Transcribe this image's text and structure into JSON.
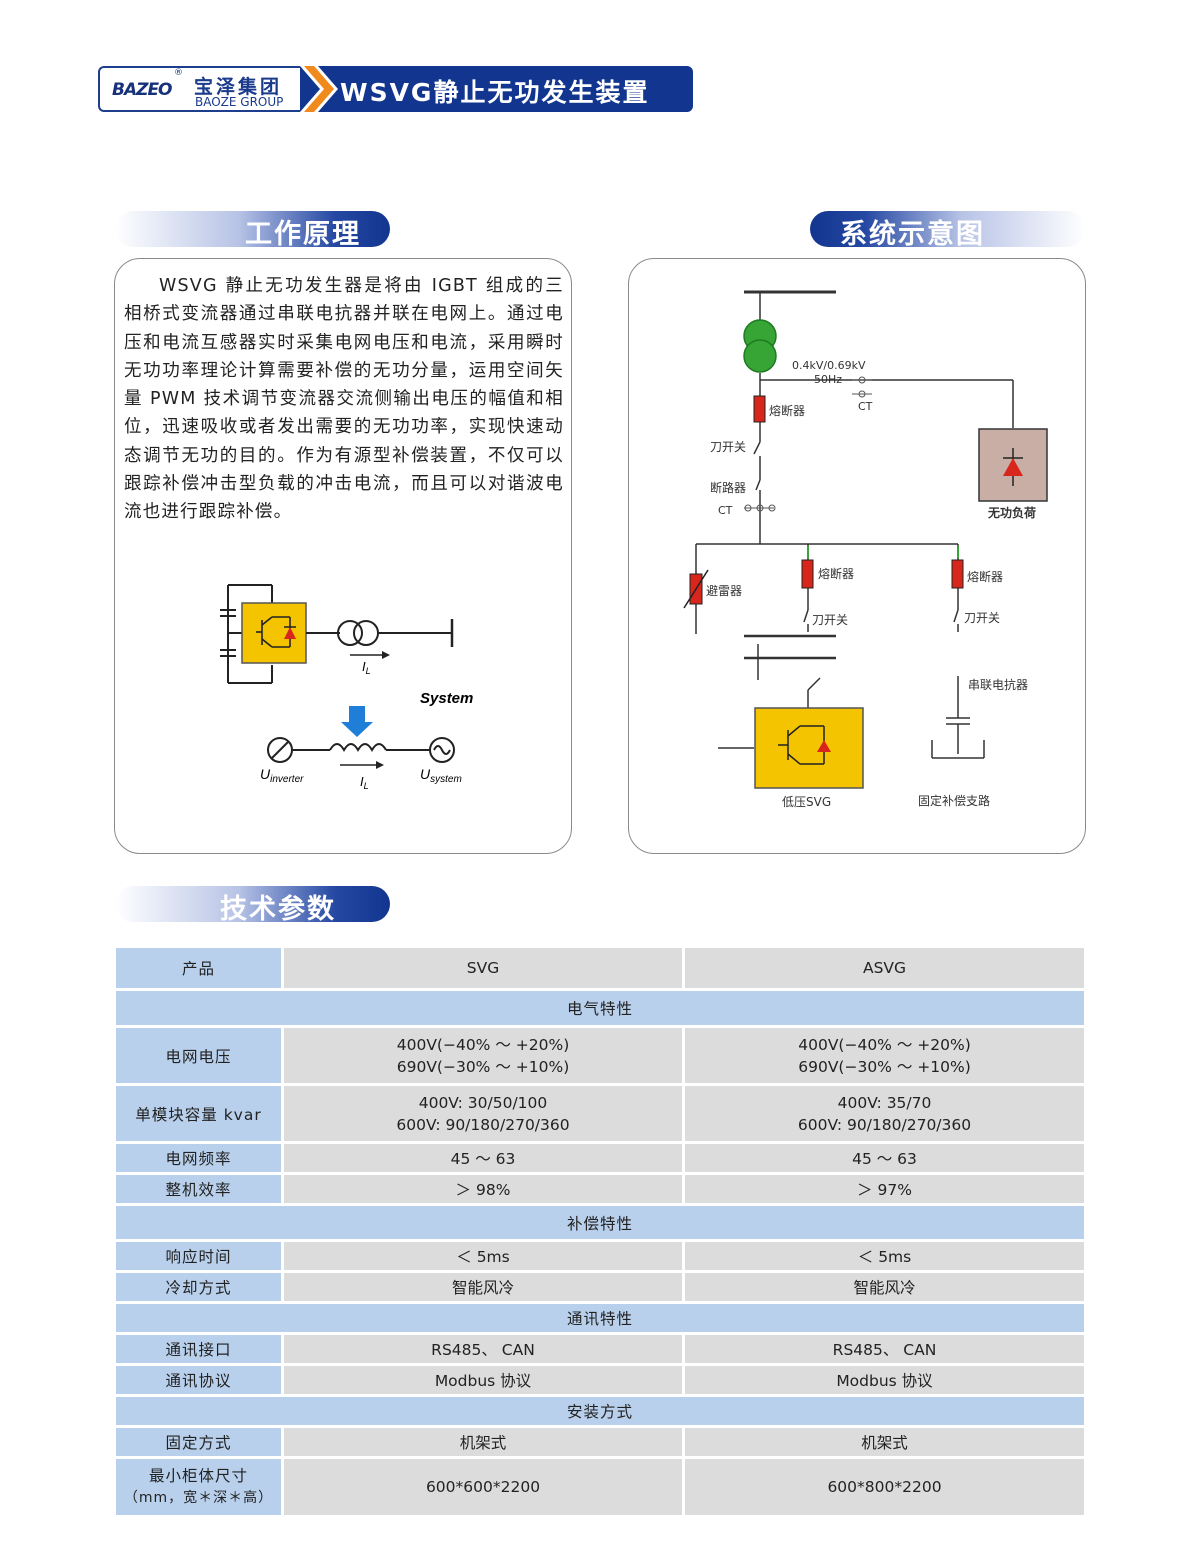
{
  "header": {
    "logo_mark": "BAZEO",
    "logo_reg": "®",
    "company_cn": "宝泽集团",
    "company_en": "BAOZE GROUP",
    "title": "WSVG静止无功发生装置"
  },
  "sections": {
    "principle": "工作原理",
    "diagram": "系统示意图",
    "params": "技术参数"
  },
  "principle": {
    "text": "WSVG 静止无功发生器是将由 IGBT 组成的三相桥式变流器通过串联电抗器并联在电网上。通过电压和电流互感器实时采集电网电压和电流，采用瞬时无功功率理论计算需要补偿的无功分量，运用空间矢量 PWM 技术调节变流器交流侧输出电压的幅值和相位，迅速吸收或者发出需要的无功功率，实现快速动态调节无功的目的。作为有源型补偿装置，不仅可以跟踪补偿冲击型负载的冲击电流，而且可以对谐波电流也进行跟踪补偿。",
    "fig_system": "System",
    "fig_il": "I",
    "fig_il_sub": "L",
    "fig_uinv": "U",
    "fig_uinv_sub": "inverter",
    "fig_usys": "U",
    "fig_usys_sub": "system"
  },
  "system_diagram": {
    "voltage": "0.4kV/0.69kV",
    "freq": "50Hz",
    "ct": "CT",
    "fuse_main": "熔断器",
    "knife_main": "刀开关",
    "breaker": "断路器",
    "ct2": "CT",
    "load": "无功负荷",
    "arrester": "避雷器",
    "fuse_mid": "熔断器",
    "knife_mid": "刀开关",
    "fuse_right": "熔断器",
    "knife_right": "刀开关",
    "reactor": "串联电抗器",
    "svg_label": "低压SVG",
    "fixed_branch": "固定补偿支路"
  },
  "table": {
    "header": [
      "产品",
      "SVG",
      "ASVG"
    ],
    "sec_electric": "电气特性",
    "grid_voltage": {
      "label": "电网电压",
      "svg": [
        "400V(−40%  ～  +20%)",
        "690V(−30%  ～  +10%)"
      ],
      "asvg": [
        "400V(−40%  ～  +20%)",
        "690V(−30%  ～  +10%)"
      ]
    },
    "module_capacity": {
      "label": "单模块容量 kvar",
      "svg": [
        "400V: 30/50/100",
        "600V: 90/180/270/360"
      ],
      "asvg": [
        "400V: 35/70",
        "600V: 90/180/270/360"
      ]
    },
    "grid_freq": {
      "label": "电网频率",
      "svg": "45  ～  63",
      "asvg": "45  ～  63"
    },
    "efficiency": {
      "label": "整机效率",
      "svg": "＞ 98%",
      "asvg": "＞ 97%"
    },
    "sec_comp": "补偿特性",
    "response": {
      "label": "响应时间",
      "svg": "＜ 5ms",
      "asvg": "＜ 5ms"
    },
    "cooling": {
      "label": "冷却方式",
      "svg": "智能风冷",
      "asvg": "智能风冷"
    },
    "sec_comm": "通讯特性",
    "interface": {
      "label": "通讯接口",
      "svg": "RS485、 CAN",
      "asvg": "RS485、 CAN"
    },
    "protocol": {
      "label": "通讯协议",
      "svg": "Modbus 协议",
      "asvg": "Modbus 协议"
    },
    "sec_install": "安装方式",
    "mounting": {
      "label": "固定方式",
      "svg": "机架式",
      "asvg": "机架式"
    },
    "cabinet": {
      "label": [
        "最小柜体尺寸",
        "（mm，宽＊深＊高）"
      ],
      "svg": "600*600*2200",
      "asvg": "600*800*2200"
    }
  },
  "colors": {
    "brand_blue": "#12368f",
    "label_cell": "#b8d0ec",
    "value_cell": "#dcdcdc",
    "igbt_yellow": "#f5c400",
    "fuse_red": "#d8261c",
    "load_box": "#c9aea6",
    "transformer_green": "#36a536"
  }
}
